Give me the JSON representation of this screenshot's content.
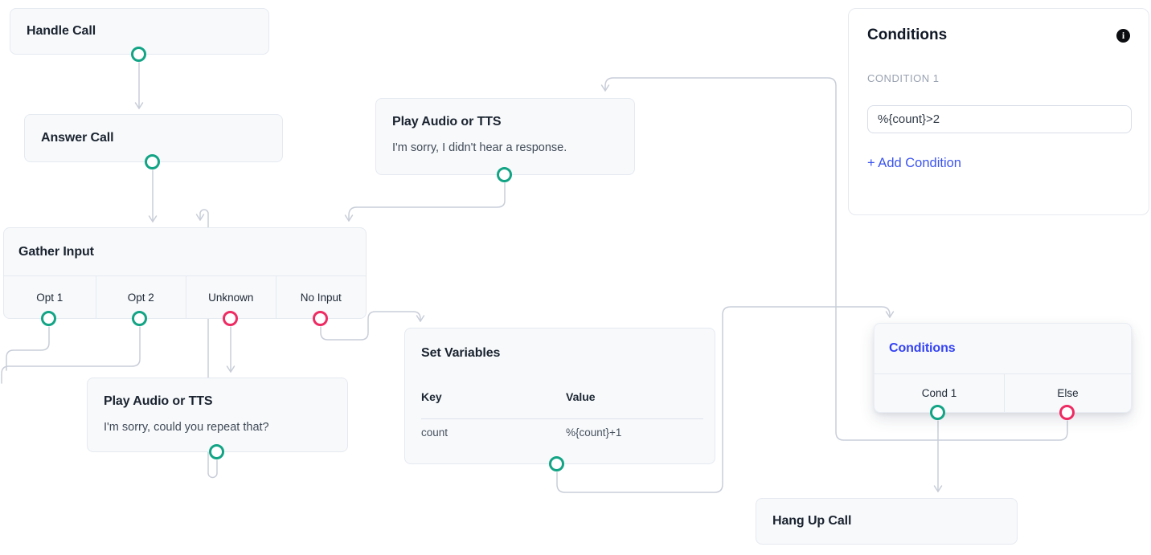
{
  "nodes": {
    "handle_call": {
      "title": "Handle Call"
    },
    "answer_call": {
      "title": "Answer Call"
    },
    "play_audio_no_response": {
      "title": "Play Audio or TTS",
      "body": "I'm sorry, I didn't hear a response."
    },
    "gather_input": {
      "title": "Gather Input",
      "options": [
        "Opt 1",
        "Opt 2",
        "Unknown",
        "No Input"
      ]
    },
    "play_audio_repeat": {
      "title": "Play Audio or TTS",
      "body": "I'm sorry, could you repeat that?"
    },
    "set_variables": {
      "title": "Set Variables",
      "columns": [
        "Key",
        "Value"
      ],
      "rows": [
        {
          "key": "count",
          "value": "%{count}+1"
        }
      ]
    },
    "conditions": {
      "title": "Conditions",
      "branches": [
        "Cond 1",
        "Else"
      ]
    },
    "hang_up_call": {
      "title": "Hang Up Call"
    }
  },
  "conditions_panel": {
    "title": "Conditions",
    "info_icon": "i",
    "section_label": "CONDITION 1",
    "condition_expression": "%{count}>2",
    "add_condition_label": "+ Add Condition"
  },
  "colors": {
    "success_port": "#12A485",
    "failure_port": "#EE2B63",
    "edge": "#C8CDD8",
    "node_background": "#F7F9FB",
    "node_border": "#E5E9F0",
    "selected_node_title": "#3442F4",
    "link_blue": "#3B54F0"
  }
}
